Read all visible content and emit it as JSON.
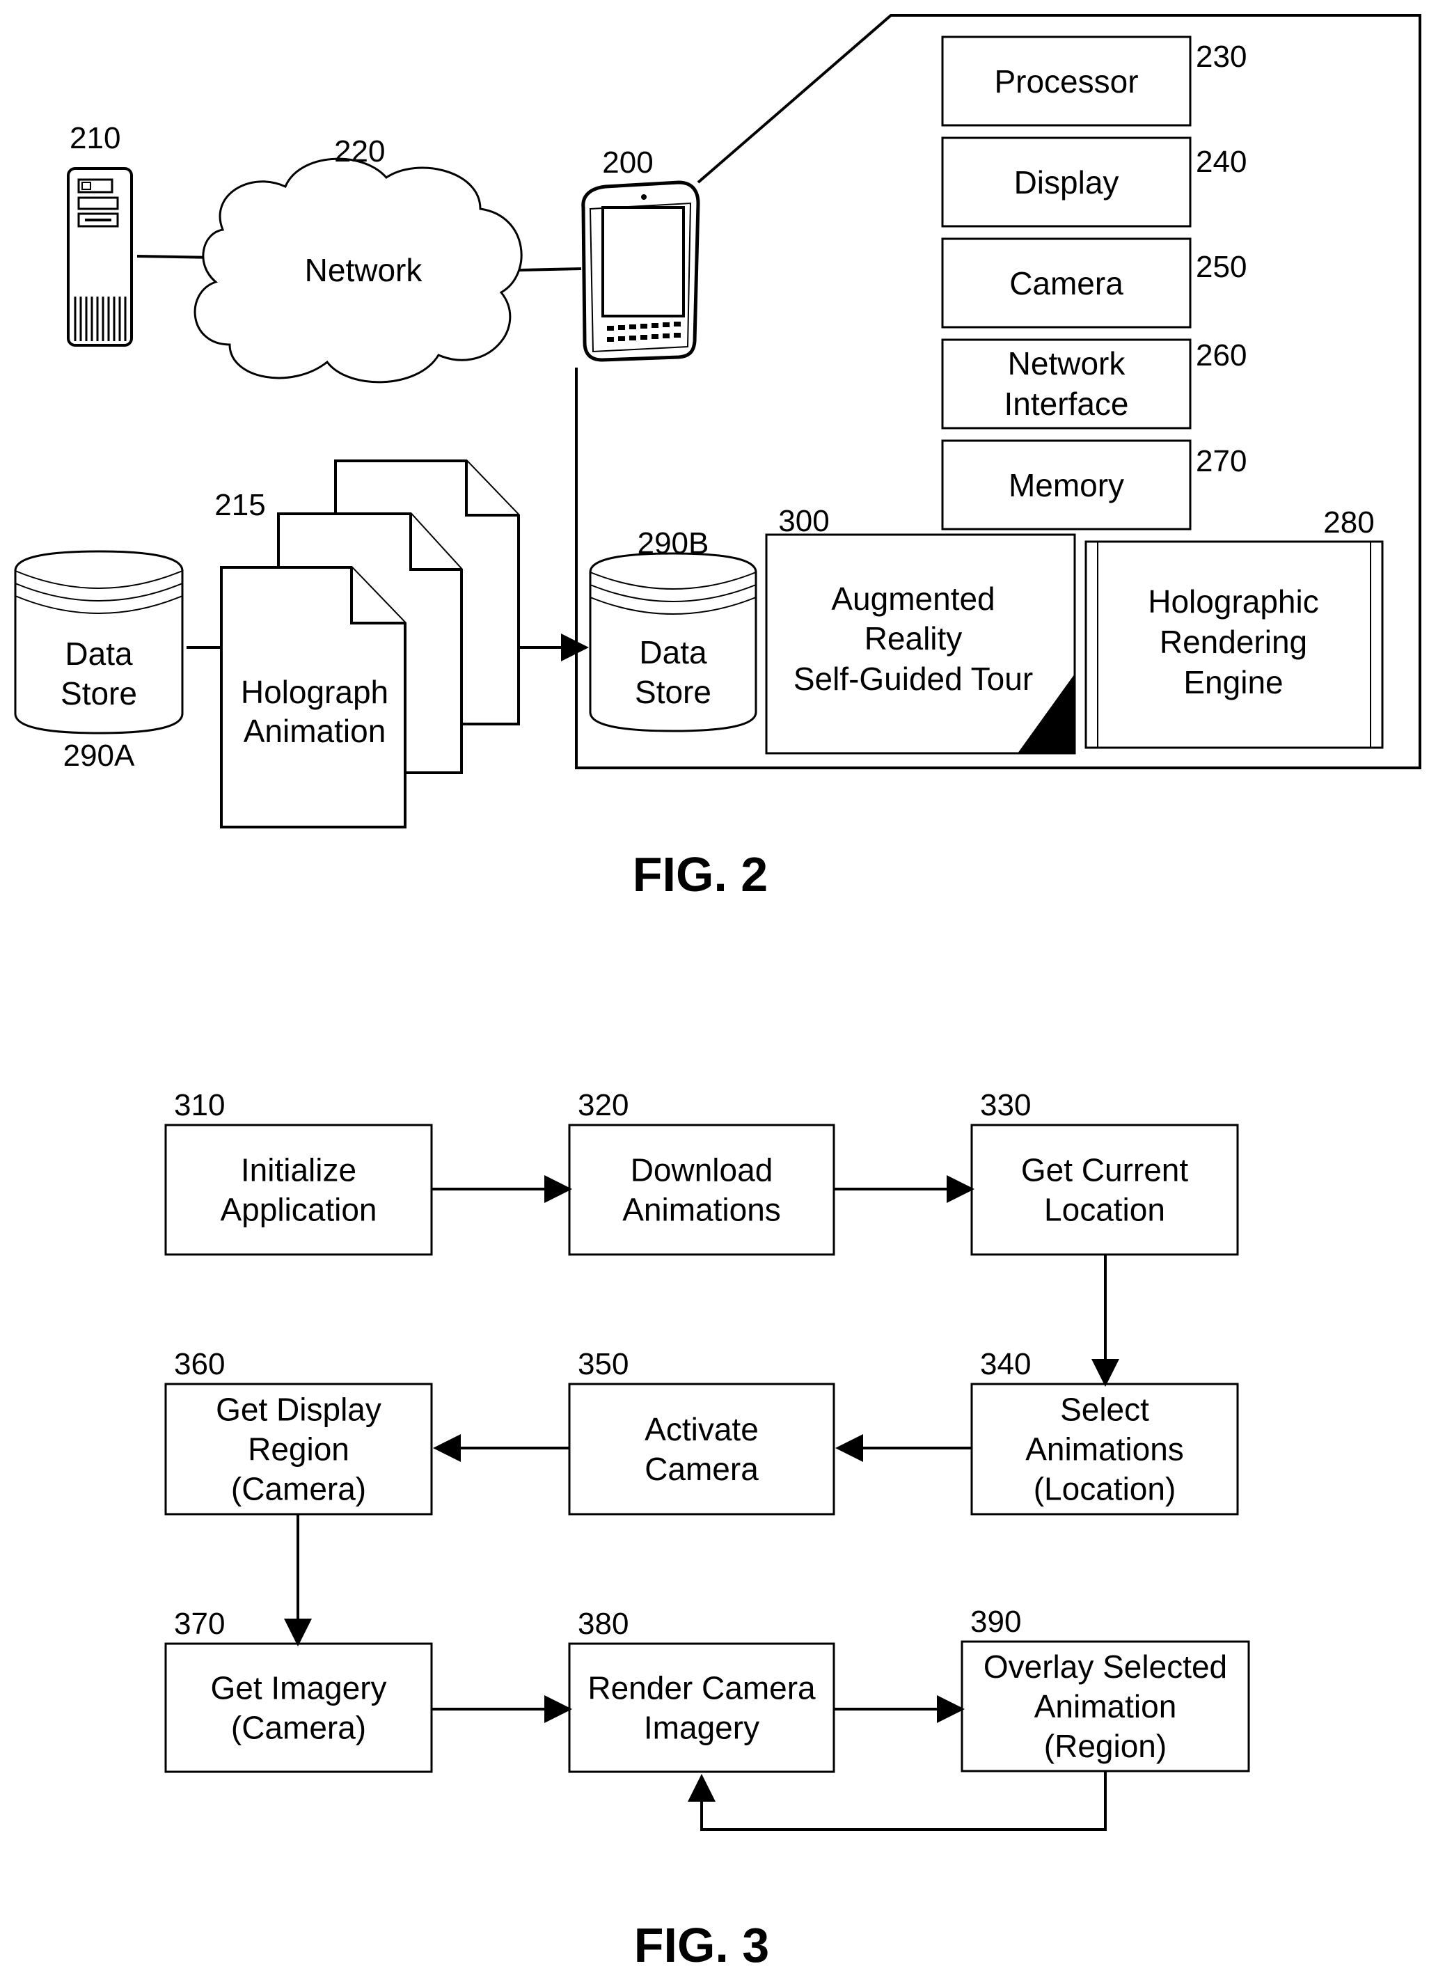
{
  "fig2": {
    "caption": "FIG. 2",
    "server": {
      "ref": "210"
    },
    "network": {
      "ref": "220",
      "label": "Network"
    },
    "device": {
      "ref": "200"
    },
    "documents": {
      "ref": "215",
      "label_line1": "Holograph",
      "label_line2": "Animation"
    },
    "data_store_a": {
      "ref": "290A",
      "label_line1": "Data",
      "label_line2": "Store"
    },
    "data_store_b": {
      "ref": "290B",
      "label_line1": "Data",
      "label_line2": "Store"
    },
    "components": {
      "processor": {
        "ref": "230",
        "label": "Processor"
      },
      "display": {
        "ref": "240",
        "label": "Display"
      },
      "camera": {
        "ref": "250",
        "label": "Camera"
      },
      "network_interface": {
        "ref": "260",
        "label_line1": "Network",
        "label_line2": "Interface"
      },
      "memory": {
        "ref": "270",
        "label": "Memory"
      },
      "tour": {
        "ref": "300",
        "label_line1": "Augmented",
        "label_line2": "Reality",
        "label_line3": "Self-Guided Tour"
      },
      "engine": {
        "ref": "280",
        "label_line1": "Holographic",
        "label_line2": "Rendering",
        "label_line3": "Engine"
      }
    }
  },
  "fig3": {
    "caption": "FIG. 3",
    "steps": [
      {
        "ref": "310",
        "lines": [
          "Initialize",
          "Application"
        ]
      },
      {
        "ref": "320",
        "lines": [
          "Download",
          "Animations"
        ]
      },
      {
        "ref": "330",
        "lines": [
          "Get Current",
          "Location"
        ]
      },
      {
        "ref": "340",
        "lines": [
          "Select",
          "Animations",
          "(Location)"
        ]
      },
      {
        "ref": "350",
        "lines": [
          "Activate",
          "Camera"
        ]
      },
      {
        "ref": "360",
        "lines": [
          "Get Display",
          "Region",
          "(Camera)"
        ]
      },
      {
        "ref": "370",
        "lines": [
          "Get Imagery",
          "(Camera)"
        ]
      },
      {
        "ref": "380",
        "lines": [
          "Render Camera",
          "Imagery"
        ]
      },
      {
        "ref": "390",
        "lines": [
          "Overlay Selected",
          "Animation",
          "(Region)"
        ]
      }
    ]
  }
}
